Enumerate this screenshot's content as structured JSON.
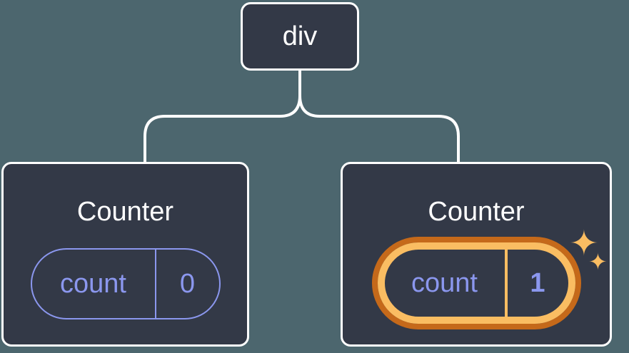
{
  "diagram_title": "react-component-tree",
  "palette": {
    "background": "#4C666E",
    "node_fill": "#333947",
    "node_border": "#FFFFFF",
    "purple": "#8B97EE",
    "orange_dark": "#C5691A",
    "orange_light": "#FABD62",
    "text_white": "#FFFFFF"
  },
  "tree": {
    "root": {
      "label": "div"
    },
    "children": [
      {
        "title": "Counter",
        "state_name": "count",
        "state_value": "0",
        "highlighted": false
      },
      {
        "title": "Counter",
        "state_name": "count",
        "state_value": "1",
        "highlighted": true
      }
    ]
  },
  "icons": {
    "sparkles": "✦"
  }
}
